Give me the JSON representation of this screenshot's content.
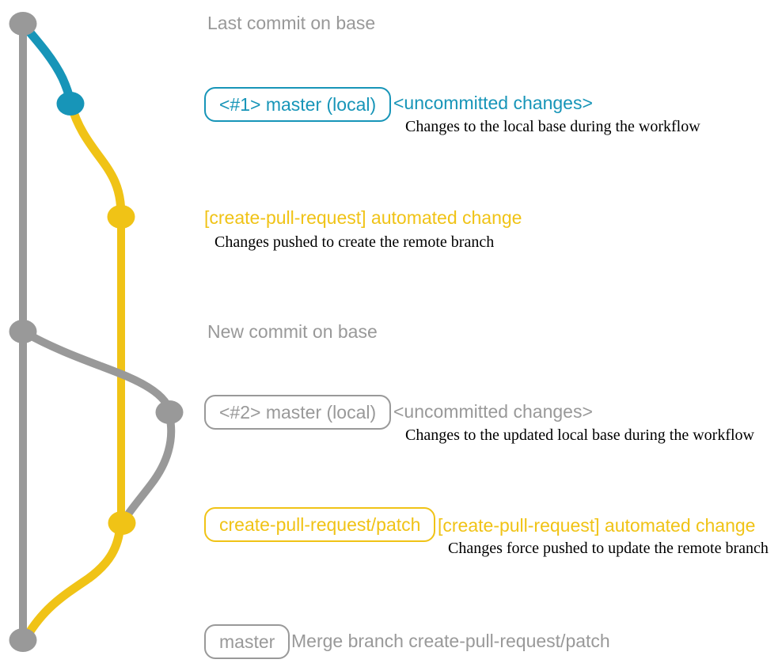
{
  "colors": {
    "teal": "#1795b8",
    "yellow": "#f0c316",
    "gray": "#999999",
    "ink": "#000000"
  },
  "graph": {
    "commits": [
      "last-commit-on-base",
      "uncommitted-changes-1",
      "create-pull-request-commit-1",
      "new-commit-on-base",
      "uncommitted-changes-2",
      "create-pull-request-commit-2",
      "merge-commit"
    ]
  },
  "rows": [
    {
      "text": "Last commit on base"
    },
    {
      "badge": "<#1> master (local)",
      "title": "<uncommitted changes>",
      "desc": "Changes to the local base during the workflow"
    },
    {
      "title": "[create-pull-request] automated change",
      "desc": "Changes pushed to create the remote branch"
    },
    {
      "text": "New commit on base"
    },
    {
      "badge": "<#2> master (local)",
      "title": "<uncommitted changes>",
      "desc": "Changes to the updated local base during the workflow"
    },
    {
      "badge": "create-pull-request/patch",
      "title": "[create-pull-request] automated change",
      "desc": "Changes force pushed to update the remote branch"
    },
    {
      "badge": "master",
      "title": "Merge branch create-pull-request/patch"
    }
  ]
}
